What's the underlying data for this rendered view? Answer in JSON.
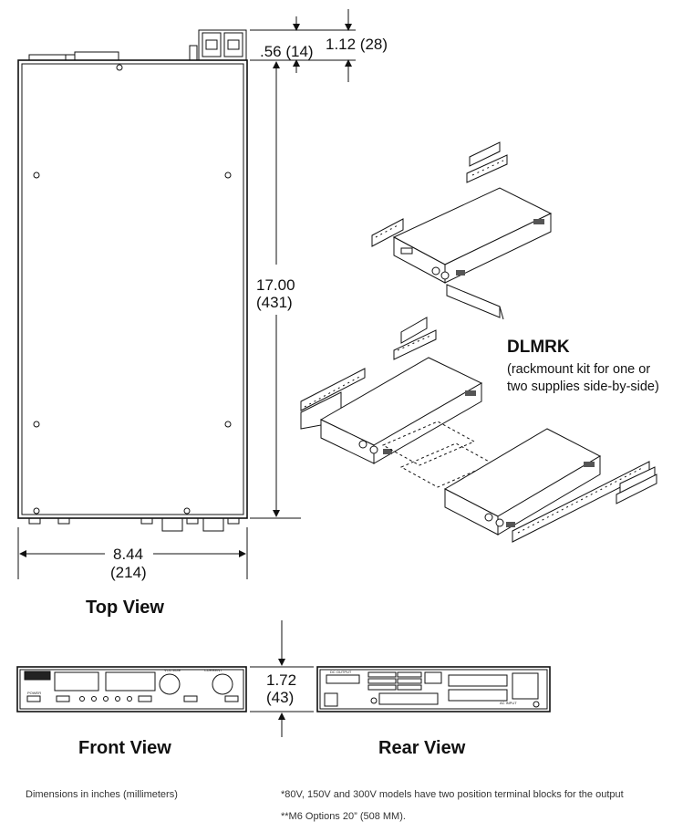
{
  "dimensions": {
    "top_offset_small": ".56 (14)",
    "top_offset_large": "1.12 (28)",
    "length_in": "17.00",
    "length_mm": "(431)",
    "width_in": "8.44",
    "width_mm": "(214)",
    "height_in": "1.72",
    "height_mm": "(43)"
  },
  "views": {
    "top": "Top View",
    "front": "Front View",
    "rear": "Rear View"
  },
  "kit": {
    "title": "DLMRK",
    "desc_line1": "(rackmount kit for one or",
    "desc_line2": "two supplies side-by-side)"
  },
  "panel_labels": {
    "dc_output": "DC OUTPUT",
    "ac_input": "AC INPUT",
    "voltage": "VOLTAGE",
    "current": "CURRENT",
    "power": "POWER"
  },
  "notes": {
    "units": "Dimensions in inches (millimeters)",
    "terminal": "*80V, 150V and 300V models have two position terminal blocks for the output",
    "m6": "**M6 Options 20” (508 MM)."
  }
}
